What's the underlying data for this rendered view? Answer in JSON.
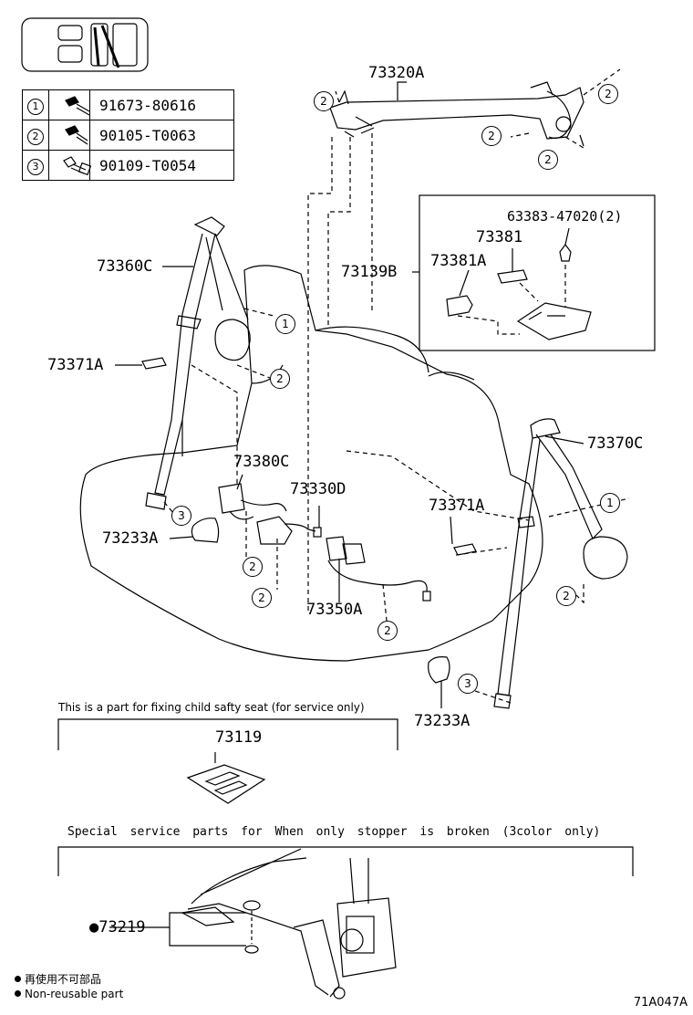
{
  "parts_table": [
    {
      "ref": "1",
      "part_number": "91673-80616"
    },
    {
      "ref": "2",
      "part_number": "90105-T0063"
    },
    {
      "ref": "3",
      "part_number": "90109-T0054"
    }
  ],
  "callouts": {
    "c73320A": "73320A",
    "c63383": "63383-47020(2)",
    "c73381": "73381",
    "c73381A": "73381A",
    "c73139B": "73139B",
    "c73360C": "73360C",
    "c73371A_left": "73371A",
    "c73380C": "73380C",
    "c73330D": "73330D",
    "c73371A_right": "73371A",
    "c73370C": "73370C",
    "c73233A_left": "73233A",
    "c73350A": "73350A",
    "c73233A_right": "73233A",
    "c73119": "73119",
    "c73219": "73219"
  },
  "bubbles": [
    "2",
    "2",
    "2",
    "2",
    "1",
    "2",
    "1",
    "3",
    "2",
    "2",
    "2",
    "2",
    "3"
  ],
  "notes": {
    "child_seat": "This is a part for fixing child safty seat (for service only)",
    "special": "Special service parts for When only stopper is broken (3color only)"
  },
  "legend": {
    "jp": "再使用不可部品",
    "en": "Non-reusable part"
  },
  "diagram_id": "71A047A"
}
